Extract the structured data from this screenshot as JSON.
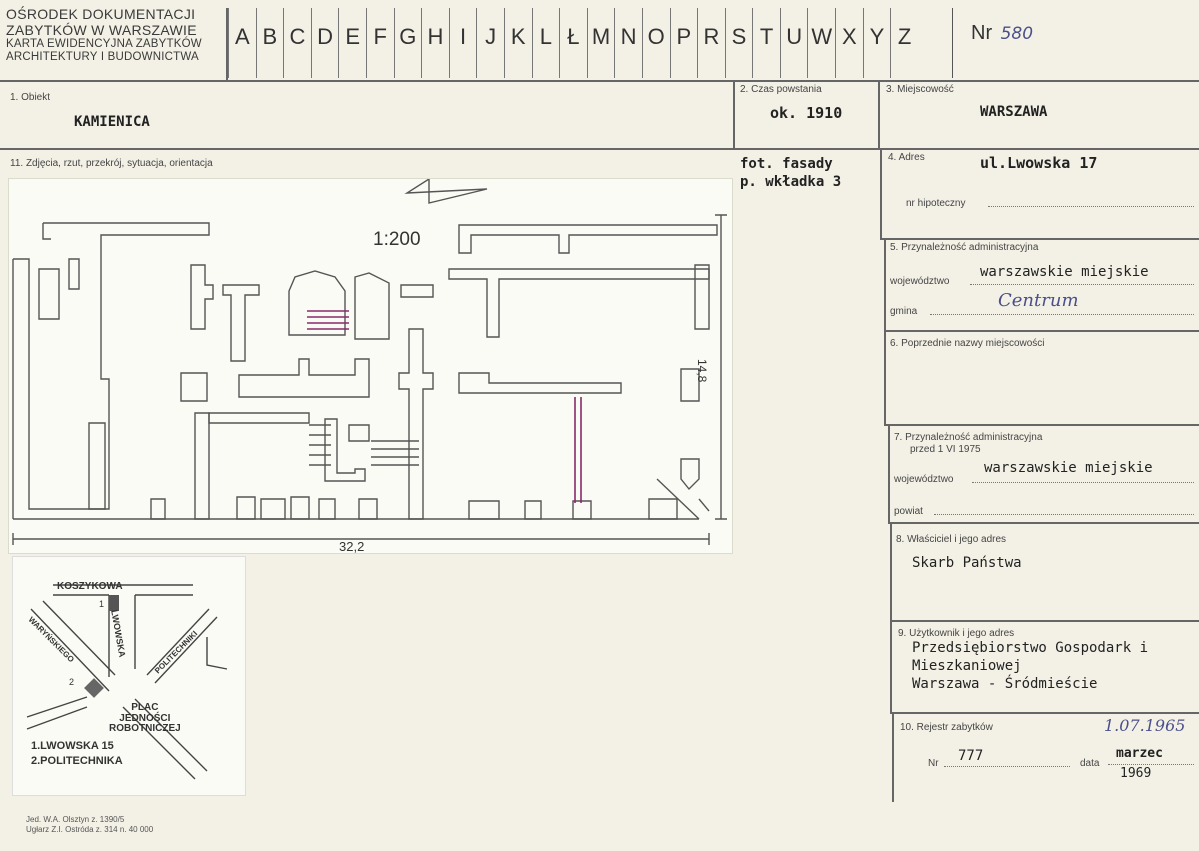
{
  "header": {
    "institution_lines": [
      "OŚRODEK DOKUMENTACJI",
      "ZABYTKÓW W WARSZAWIE",
      "KARTA EWIDENCYJNA ZABYTKÓW",
      "ARCHITEKTURY I BUDOWNICTWA"
    ],
    "letters": [
      "A",
      "B",
      "C",
      "D",
      "E",
      "F",
      "G",
      "H",
      "I",
      "J",
      "K",
      "L",
      "Ł",
      "M",
      "N",
      "O",
      "P",
      "R",
      "S",
      "T",
      "U",
      "W",
      "X",
      "Y",
      "Z"
    ],
    "nr_label": "Nr",
    "nr_value": "580"
  },
  "fields": {
    "obiekt": {
      "label": "1. Obiekt",
      "value": "KAMIENICA"
    },
    "czas": {
      "label": "2. Czas powstania",
      "value": "ok. 1910"
    },
    "miejscowosc": {
      "label": "3. Miejscowość",
      "value": "WARSZAWA"
    },
    "adres": {
      "label": "4. Adres",
      "value": "ul.Lwowska 17",
      "hipoteczny_label": "nr hipoteczny"
    },
    "przynaleznosc": {
      "label": "5. Przynależność administracyjna",
      "woj_label": "województwo",
      "woj_value": "warszawskie miejskie",
      "gmina_label": "gmina",
      "gmina_value": "Centrum"
    },
    "poprzednie": {
      "label": "6. Poprzednie nazwy miejscowości"
    },
    "przynaleznosc_1975": {
      "label": "7. Przynależność administracyjna",
      "sublabel": "przed 1 VI 1975",
      "woj_label": "województwo",
      "woj_value": "warszawskie miejskie",
      "powiat_label": "powiat"
    },
    "wlasciciel": {
      "label": "8. Właściciel i jego adres",
      "value": "Skarb Państwa"
    },
    "uzytkownik": {
      "label": "9. Użytkownik i jego adres",
      "lines": [
        "Przedsiębiorstwo Gospodark i",
        "Mieszkaniowej",
        "Warszawa - Śródmieście"
      ]
    },
    "rejestr": {
      "label": "10. Rejestr zabytków",
      "hand_date": "1.07.1965",
      "nr_label": "Nr",
      "nr_value": "777",
      "data_label": "data",
      "month": "marzec",
      "year": "1969"
    },
    "zdjecia": {
      "label": "11. Zdjęcia, rzut, przekrój, sytuacja, orientacja",
      "foto_lines": [
        "fot. fasady",
        "p. wkładka 3"
      ]
    }
  },
  "plan": {
    "scale": "1:200",
    "width_dim": "32,2",
    "depth_dim": "14,8"
  },
  "situation_map": {
    "streets": [
      "KOSZYKOWA",
      "LWOWSKA",
      "WARYŃSKIEGO",
      "POLITECHNIKI"
    ],
    "square_lines": [
      "PLAC",
      "JEDNOŚCI",
      "ROBOTNICZEJ"
    ],
    "legend": [
      "1.LWOWSKA 15",
      "2.POLITECHNIKA"
    ],
    "markers": [
      "1",
      "2"
    ]
  },
  "footer": {
    "lines": [
      "Jed. W.A. Olsztyn z. 1390/5",
      "Ugłarz Z.I. Ostróda z. 314 n. 40 000"
    ]
  }
}
